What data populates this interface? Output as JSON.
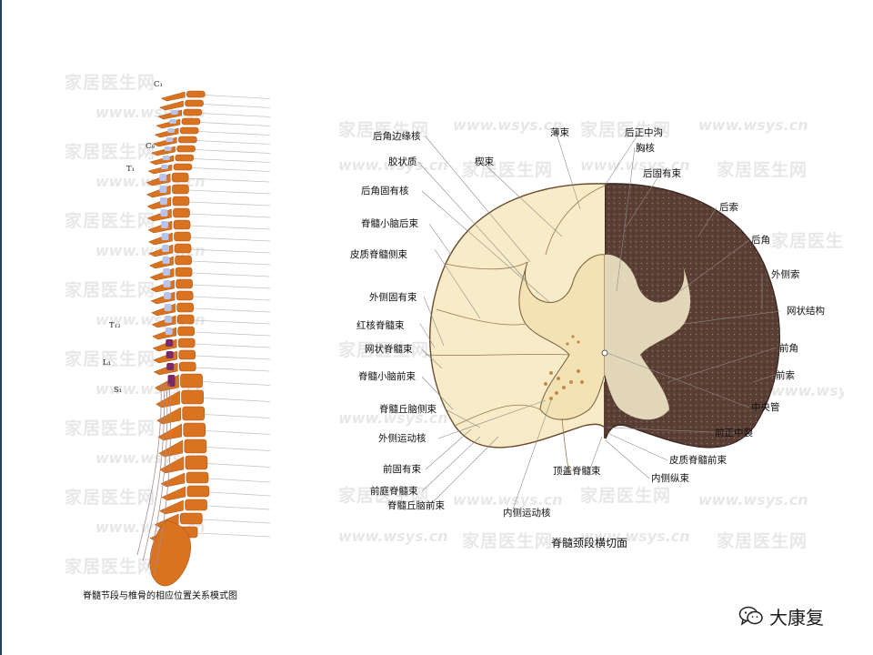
{
  "left_figure": {
    "caption": "脊髓节段与椎骨的相应位置关系模式图",
    "vertebra_labels": [
      "C₁",
      "C₈",
      "T₁",
      "T₁₂",
      "L₁",
      "S₁"
    ]
  },
  "right_figure": {
    "caption": "脊髓颈段横切面",
    "labels": [
      "后角边缘核",
      "胶状质",
      "楔束",
      "薄束",
      "后正中沟",
      "胸核",
      "后固有束",
      "后角固有核",
      "后索",
      "脊髓小脑后束",
      "后角",
      "皮质脊髓侧束",
      "外侧索",
      "外侧固有束",
      "网状结构",
      "红核脊髓束",
      "前角",
      "网状脊髓束",
      "前索",
      "脊髓小脑前束",
      "中央管",
      "脊髓丘脑侧束",
      "前正中裂",
      "外侧运动核",
      "皮质脊髓前束",
      "前固有束",
      "顶盖脊髓束",
      "内侧纵束",
      "前庭脊髓束",
      "脊髓丘脑前束",
      "内侧运动核"
    ]
  },
  "watermark": {
    "site": "家居医生网",
    "url": "www.wsys.cn"
  },
  "brand": {
    "name": "大康复",
    "icon": "wechat-icon"
  },
  "colors": {
    "bone": "#d9731f",
    "cord_segments": "#b9c4ea",
    "cord_sacral": "#7a2a66",
    "section_light": "#f8ecc8",
    "section_dark": "#5b3f34",
    "border_rule": "#1f3f5f"
  }
}
